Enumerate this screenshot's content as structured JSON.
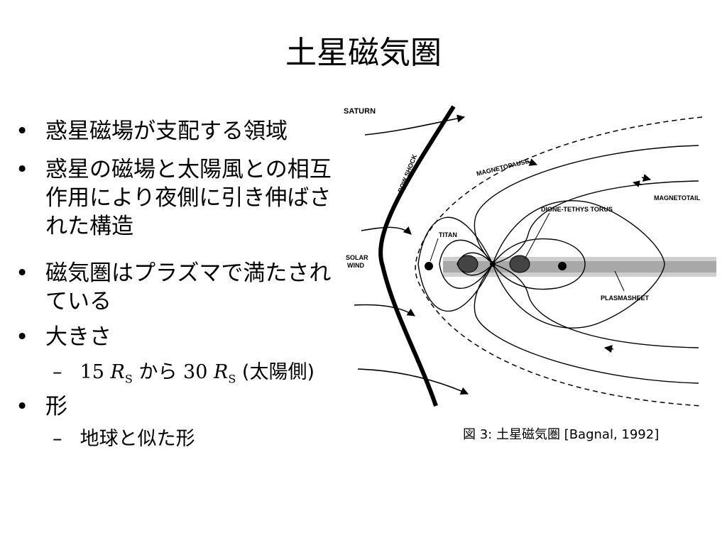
{
  "slide": {
    "title": "土星磁気圏",
    "bullets": [
      "惑星磁場が支配する領域",
      "惑星の磁場と太陽風との相互作用により夜側に引き伸ばされた構造",
      "磁気圏はプラズマで満たされている",
      "大きさ",
      "形"
    ],
    "size_sub": {
      "dash": "–",
      "value1": "15",
      "r_symbol": "R",
      "r_subscript": "S",
      "kara": "から",
      "value2": "30",
      "note": "(太陽側)"
    },
    "shape_sub": {
      "dash": "–",
      "text": "地球と似た形"
    },
    "bullet_symbol": "•"
  },
  "figure": {
    "labels": {
      "saturn": "SATURN",
      "bow_shock": "BOW SHOCK",
      "magnetopause": "MAGNETOPAUSE",
      "magnetotail": "MAGNETOTAIL",
      "dione_tethys": "DIONE-TETHYS TORUS",
      "titan": "TITAN",
      "solar": "SOLAR",
      "wind": "WIND",
      "plasmasheet": "PLASMASHEET"
    },
    "caption": "図 3: 土星磁気圏 [Bagnal, 1992]"
  }
}
